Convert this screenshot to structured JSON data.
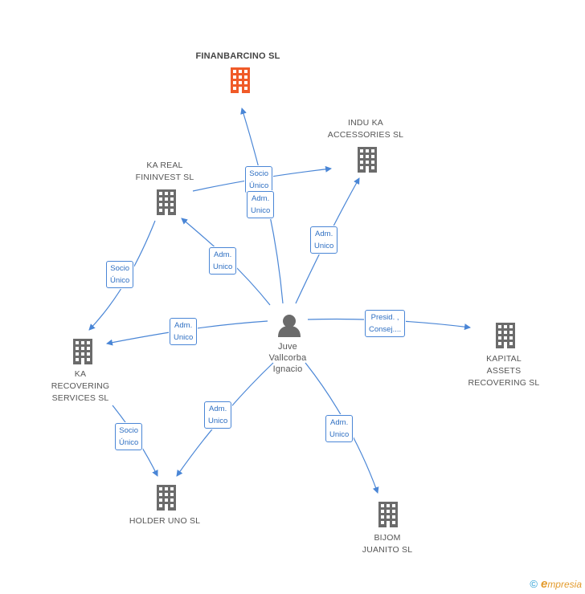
{
  "nodes": {
    "finanbarcino": {
      "lines": [
        "FINANBARCINO SL"
      ]
    },
    "indu_ka": {
      "lines": [
        "INDU KA",
        "ACCESSORIES SL"
      ]
    },
    "ka_real": {
      "lines": [
        "KA REAL",
        "FININVEST SL"
      ]
    },
    "ka_recovering": {
      "lines": [
        "KA",
        "RECOVERING",
        "SERVICES SL"
      ]
    },
    "kapital_assets": {
      "lines": [
        "KAPITAL",
        "ASSETS",
        "RECOVERING  SL"
      ]
    },
    "holder_uno": {
      "lines": [
        "HOLDER UNO SL"
      ]
    },
    "bijom": {
      "lines": [
        "BIJOM",
        "JUANITO SL"
      ]
    },
    "person": {
      "lines": [
        "Juve",
        "Vallcorba",
        "Ignacio"
      ]
    }
  },
  "edges": {
    "socio_unico_finan": {
      "lines": [
        "Socio",
        "Único"
      ]
    },
    "adm_unico_finan": {
      "lines": [
        "Adm.",
        "Unico"
      ]
    },
    "adm_unico_indu": {
      "lines": [
        "Adm.",
        "Unico"
      ]
    },
    "adm_unico_kareal": {
      "lines": [
        "Adm.",
        "Unico"
      ]
    },
    "socio_unico_karec": {
      "lines": [
        "Socio",
        "Único"
      ]
    },
    "adm_unico_karec": {
      "lines": [
        "Adm.",
        "Unico"
      ]
    },
    "presid_consej": {
      "lines": [
        "Presid. ,",
        "Consej...."
      ]
    },
    "adm_unico_holder": {
      "lines": [
        "Adm.",
        "Unico"
      ]
    },
    "socio_unico_holder": {
      "lines": [
        "Socio",
        "Único"
      ]
    },
    "adm_unico_bijom": {
      "lines": [
        "Adm.",
        "Unico"
      ]
    }
  },
  "footer": {
    "copyright": "©",
    "brand_initial": "e",
    "brand_rest": "mpresia"
  },
  "colors": {
    "edge": "#4a86d6",
    "building": "#6b6b6b",
    "highlight": "#f05a28",
    "person": "#6b6b6b"
  }
}
